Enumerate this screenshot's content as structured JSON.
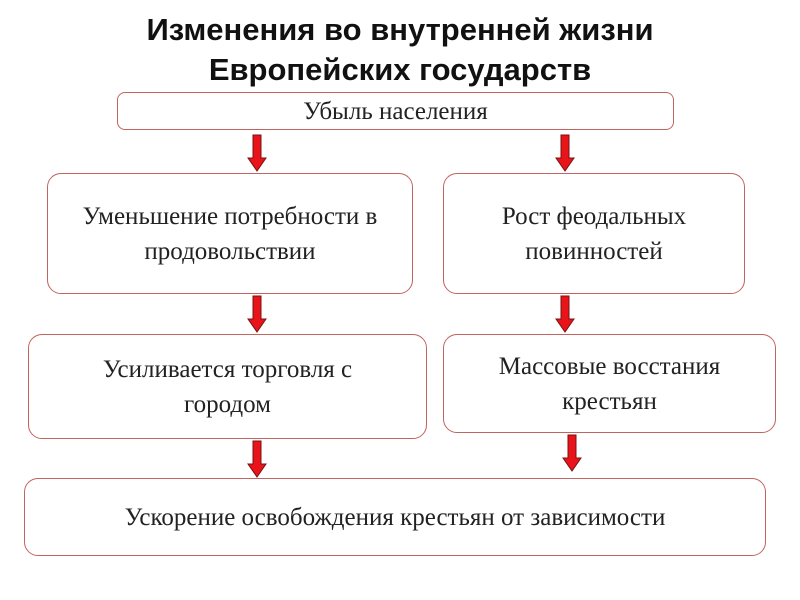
{
  "title": {
    "line1": "Изменения во внутренней жизни",
    "line2": "Европейских государств"
  },
  "nodes": {
    "top": "Убыль населения",
    "left1": "Уменьшение потребности в продовольствии",
    "right1": "Рост феодальных повинностей",
    "left2": "Усиливается торговля с городом",
    "right2": "Массовые восстания крестьян",
    "bottom": "Ускорение освобождения крестьян от зависимости"
  },
  "colors": {
    "arrow": "#e8141a",
    "border": "#c0645f"
  }
}
